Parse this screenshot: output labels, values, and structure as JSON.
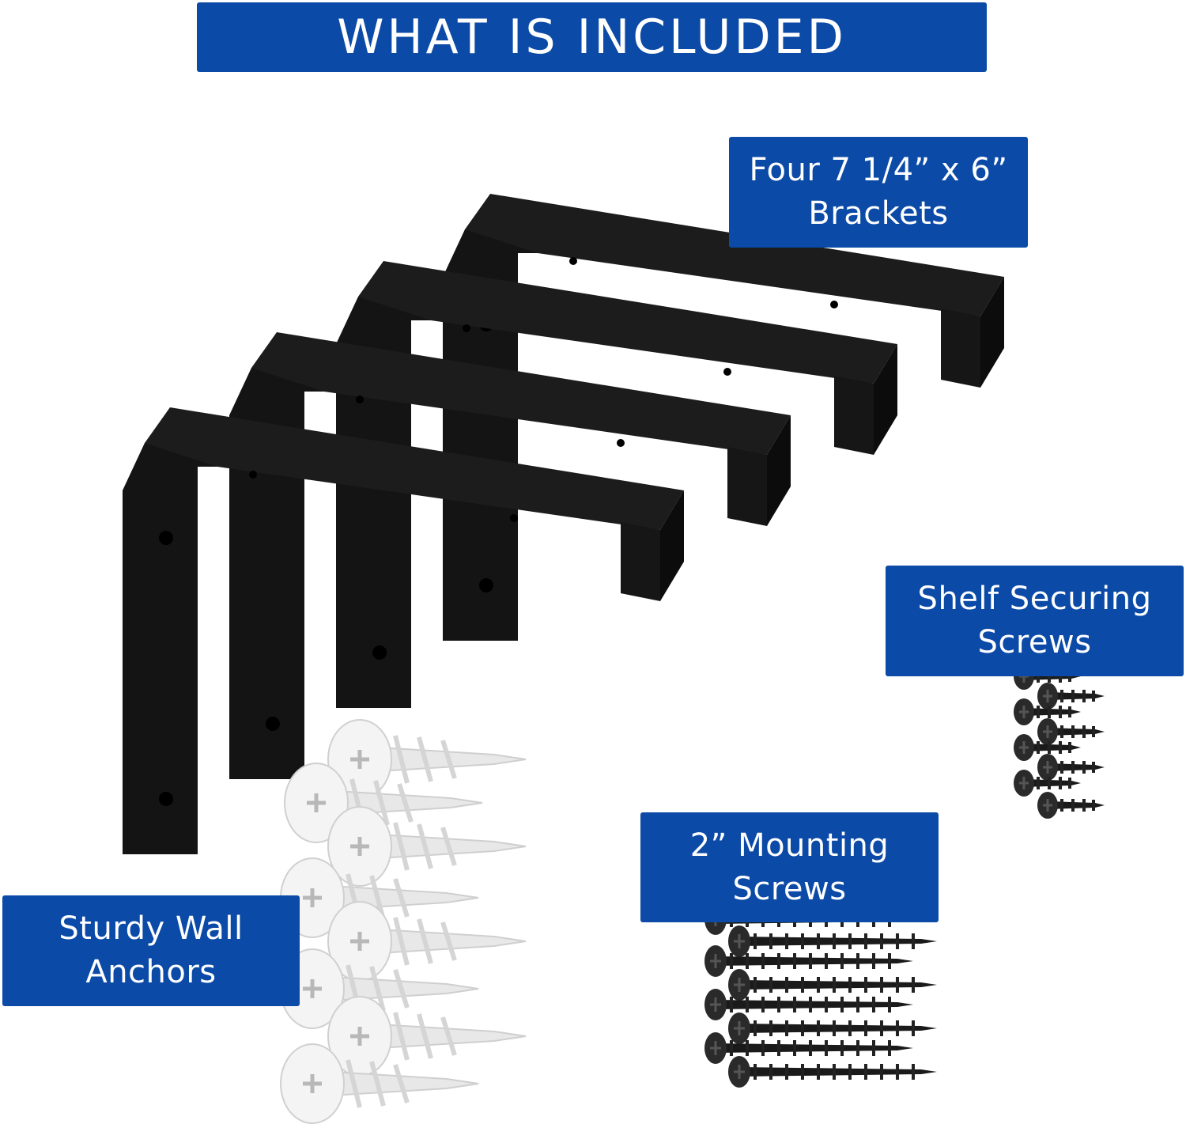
{
  "header": {
    "title": "WHAT IS INCLUDED"
  },
  "labels": {
    "brackets": {
      "line1": "Four  7 1/4” x 6”",
      "line2": "Brackets"
    },
    "shelf_screws": {
      "line1": "Shelf Securing",
      "line2": "Screws"
    },
    "mounting_screws": {
      "line1": "2” Mounting",
      "line2": "Screws"
    },
    "anchors": {
      "line1": "Sturdy Wall",
      "line2": "Anchors"
    }
  },
  "colors": {
    "banner": "#0b4aa6",
    "banner_text": "#ffffff",
    "bracket": "#111111",
    "anchor": "#f2f2f2",
    "screw": "#1a1a1a"
  },
  "items": [
    {
      "icon": "shelf-bracket-icon",
      "count": 4
    },
    {
      "icon": "wall-anchor-icon",
      "count": 8
    },
    {
      "icon": "mounting-screw-icon",
      "count": 8
    },
    {
      "icon": "wood-screw-icon",
      "count": 8
    }
  ]
}
